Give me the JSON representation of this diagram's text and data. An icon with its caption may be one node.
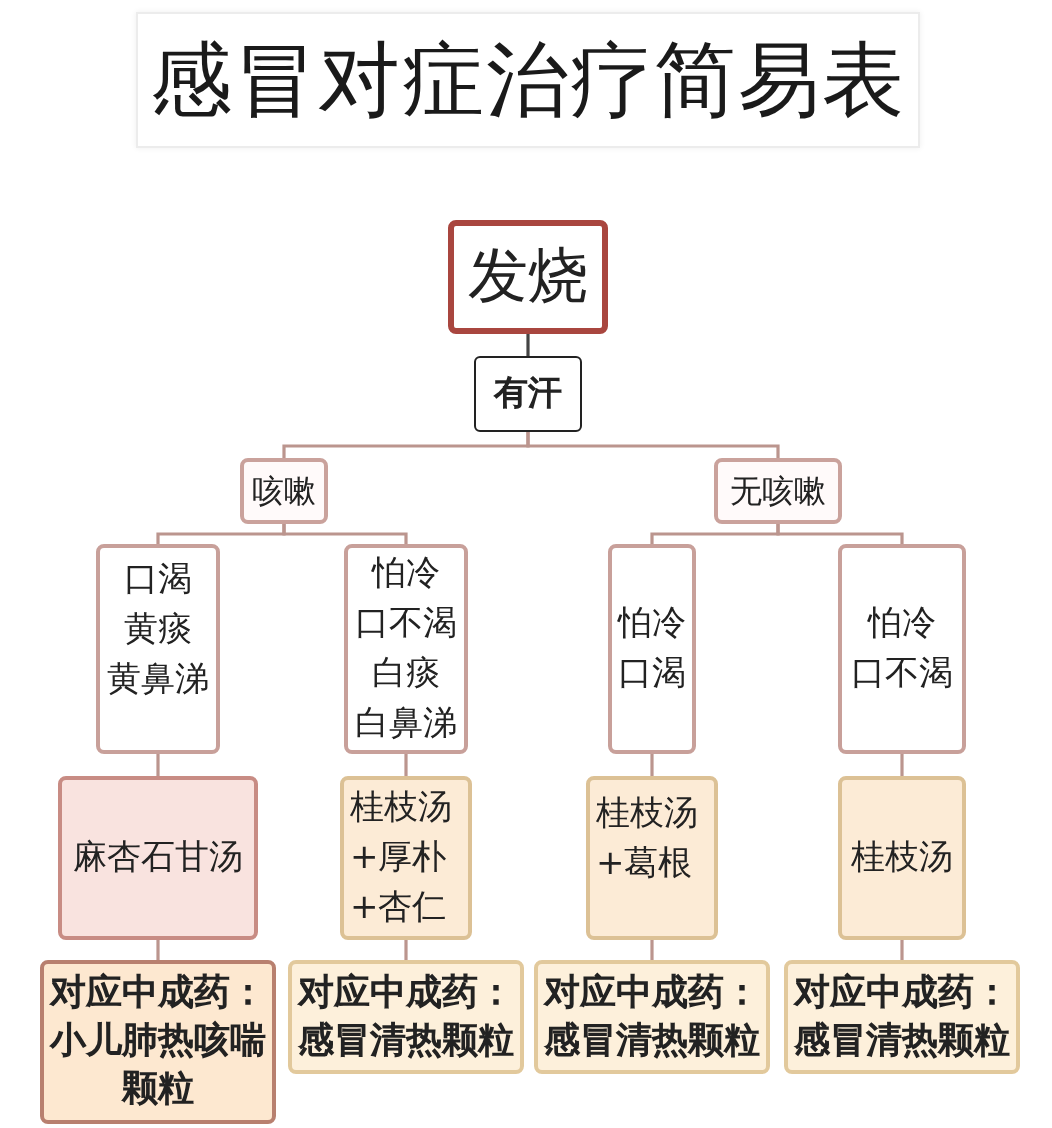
{
  "diagram": {
    "title": "感冒对症治疗简易表",
    "nodes": [
      {
        "text": [
          "发烧"
        ]
      },
      {
        "text": [
          "有汗"
        ]
      },
      {
        "text": [
          "咳嗽"
        ]
      },
      {
        "text": [
          "无咳嗽"
        ]
      },
      {
        "text": [
          "口渴",
          "黄痰",
          "黄鼻涕"
        ]
      },
      {
        "text": [
          "怕冷",
          "口不渴",
          "白痰",
          "白鼻涕"
        ]
      },
      {
        "text": [
          "怕冷",
          "口渴"
        ]
      },
      {
        "text": [
          "怕冷",
          "口不渴"
        ]
      },
      {
        "text": [
          "麻杏石甘汤"
        ]
      },
      {
        "text": [
          "桂枝汤+厚朴+杏仁"
        ]
      },
      {
        "text": [
          "桂枝汤+葛根"
        ]
      },
      {
        "text": [
          "桂枝汤"
        ]
      },
      {
        "text": [
          "对应中成药：",
          "小儿肺热咳喘颗粒"
        ]
      },
      {
        "text": [
          "对应中成药：",
          "感冒清热颗粒"
        ]
      },
      {
        "text": [
          "对应中成药：",
          "感冒清热颗粒"
        ]
      },
      {
        "text": [
          "对应中成药：",
          "感冒清热颗粒"
        ]
      }
    ],
    "edges": [
      {
        "from": 0,
        "to": 1,
        "arrow": "none",
        "color": "#444444"
      },
      {
        "from": 1,
        "to": 2,
        "arrow": "none"
      },
      {
        "from": 1,
        "to": 3,
        "arrow": "none"
      },
      {
        "from": 2,
        "to": 4,
        "arrow": "none"
      },
      {
        "from": 2,
        "to": 5,
        "arrow": "none"
      },
      {
        "from": 3,
        "to": 6,
        "arrow": "none"
      },
      {
        "from": 3,
        "to": 7,
        "arrow": "none"
      },
      {
        "from": 4,
        "to": 8,
        "arrow": "none"
      },
      {
        "from": 5,
        "to": 9,
        "arrow": "none"
      },
      {
        "from": 6,
        "to": 10,
        "arrow": "none"
      },
      {
        "from": 7,
        "to": 11,
        "arrow": "none"
      },
      {
        "from": 8,
        "to": 12,
        "arrow": "none"
      },
      {
        "from": 9,
        "to": 13,
        "arrow": "none"
      },
      {
        "from": 10,
        "to": 14,
        "arrow": "none"
      },
      {
        "from": 11,
        "to": 15,
        "arrow": "none"
      }
    ]
  }
}
